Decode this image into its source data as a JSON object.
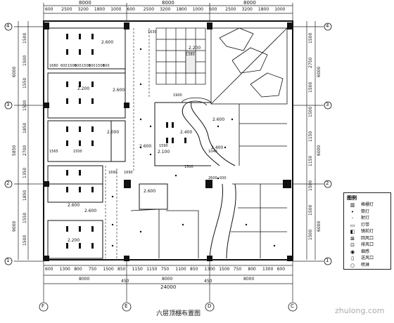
{
  "drawing": {
    "title": "六层顶棚布置图",
    "watermark": "zhulong.com"
  },
  "dimensions": {
    "top": [
      "8000",
      "8000",
      "8000"
    ],
    "top_sub": [
      "600",
      "2500",
      "3200",
      "1800",
      "1000",
      "600",
      "2500",
      "3200",
      "1800",
      "1000",
      "600",
      "2500",
      "3200",
      "1800",
      "1000"
    ],
    "bottom_sub": [
      "600",
      "1300",
      "800",
      "750",
      "1500",
      "850",
      "1150",
      "1150",
      "750",
      "1100",
      "850",
      "1300",
      "1500",
      "750",
      "800",
      "1300",
      "600"
    ],
    "bottom_spans": [
      "8000",
      "8000",
      "8000"
    ],
    "bottom_total": "24000",
    "bottom_small": [
      "450",
      "450"
    ],
    "left_outer": [
      "6000",
      "5850",
      "9000"
    ],
    "left_inner": [
      "1500",
      "1500",
      "1550",
      "1500",
      "1850",
      "2700",
      "1350",
      "1850",
      "1550",
      "1500"
    ],
    "right_outer": [
      "6000",
      "6000",
      "6000"
    ],
    "right_inner": [
      "1500",
      "2750",
      "1500",
      "1500",
      "1150",
      "1150",
      "1500",
      "1500",
      "1500"
    ]
  },
  "axes": {
    "rows": [
      "4",
      "3",
      "2",
      "1"
    ],
    "cols": [
      "F",
      "E",
      "D",
      "C"
    ]
  },
  "room_labels": [
    "2.600",
    "2.200",
    "2.600",
    "2.000",
    "2.600",
    "2.400",
    "2.600",
    "2.600",
    "2.200",
    "2.600",
    "2.600",
    "2.400",
    "2.200",
    "2.100"
  ],
  "inner_dims": [
    "1680",
    "600",
    "1500",
    "600",
    "1500",
    "600",
    "1500",
    "600",
    "1565",
    "1690",
    "1500",
    "1690",
    "1500",
    "1590",
    "1630",
    "1380",
    "1900",
    "930",
    "1040",
    "2600"
  ],
  "legend": {
    "title": "图例",
    "items": [
      {
        "icon": "grille-light-icon",
        "label": "格栅灯"
      },
      {
        "icon": "downlight-icon",
        "label": "筒灯"
      },
      {
        "icon": "spotlight-icon",
        "label": "射灯"
      },
      {
        "icon": "light-strip-icon",
        "label": "灯带"
      },
      {
        "icon": "emergency-light-icon",
        "label": "镜前灯"
      },
      {
        "icon": "return-vent-icon",
        "label": "回风口"
      },
      {
        "icon": "supply-vent-icon",
        "label": "排风口"
      },
      {
        "icon": "smoke-detector-icon",
        "label": "烟感"
      },
      {
        "icon": "air-outlet-icon",
        "label": "送风口"
      },
      {
        "icon": "sprinkler-icon",
        "label": "喷淋"
      }
    ]
  }
}
